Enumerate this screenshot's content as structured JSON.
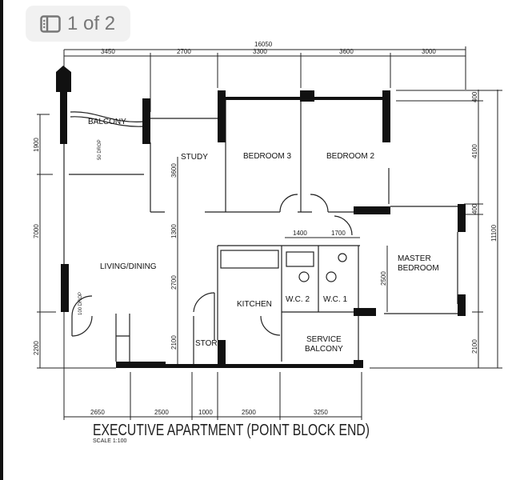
{
  "viewer": {
    "page_counter": "1 of 2",
    "counter_icon": "gallery-panel-icon"
  },
  "plan": {
    "title": "EXECUTIVE APARTMENT (POINT BLOCK END)",
    "scale": "SCALE 1:100",
    "rooms": {
      "balcony": "BALCONY",
      "study": "STUDY",
      "bedroom3": "BEDROOM 3",
      "bedroom2": "BEDROOM 2",
      "living": "LIVING/DINING",
      "kitchen": "KITCHEN",
      "wc2": "W.C. 2",
      "wc1": "W.C. 1",
      "master1": "MASTER",
      "master2": "BEDROOM",
      "store": "STORE",
      "service1": "SERVICE",
      "service2": "BALCONY",
      "drop50": "50 DROP",
      "drop100": "100 DROP"
    },
    "dims_top_total": "16050",
    "dims_top": [
      "3450",
      "2700",
      "3300",
      "3600",
      "3000"
    ],
    "dims_bottom": [
      "2650",
      "2500",
      "1000",
      "2500",
      "3250"
    ],
    "dims_left": [
      "1900",
      "7000",
      "2200"
    ],
    "dims_inner_left": [
      "3600",
      "1300",
      "2700",
      "2100"
    ],
    "dims_inner_top": [
      "1400",
      "1700"
    ],
    "dims_right": [
      "400",
      "4100",
      "400",
      "2100"
    ],
    "dims_right_total": "11100",
    "dims_master": "2500"
  }
}
